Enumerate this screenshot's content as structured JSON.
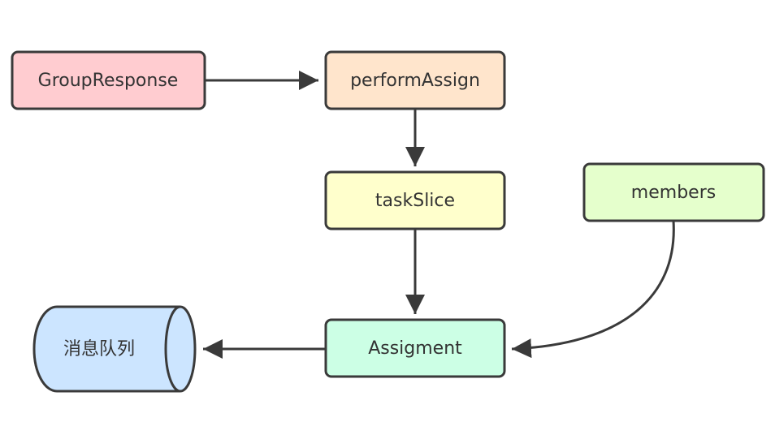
{
  "nodes": {
    "group_response": {
      "label": "GroupResponse",
      "color": "#ffccd0"
    },
    "perform_assign": {
      "label": "performAssign",
      "color": "#ffe5cc"
    },
    "task_slice": {
      "label": "taskSlice",
      "color": "#ffffcc"
    },
    "members": {
      "label": "members",
      "color": "#e5ffcc"
    },
    "assigment": {
      "label": "Assigment",
      "color": "#ccffe5"
    },
    "queue": {
      "label": "消息队列",
      "color": "#cce5ff"
    }
  },
  "edges": [
    {
      "from": "GroupResponse",
      "to": "performAssign"
    },
    {
      "from": "performAssign",
      "to": "taskSlice"
    },
    {
      "from": "taskSlice",
      "to": "Assigment"
    },
    {
      "from": "members",
      "to": "Assigment"
    },
    {
      "from": "Assigment",
      "to": "消息队列"
    }
  ]
}
